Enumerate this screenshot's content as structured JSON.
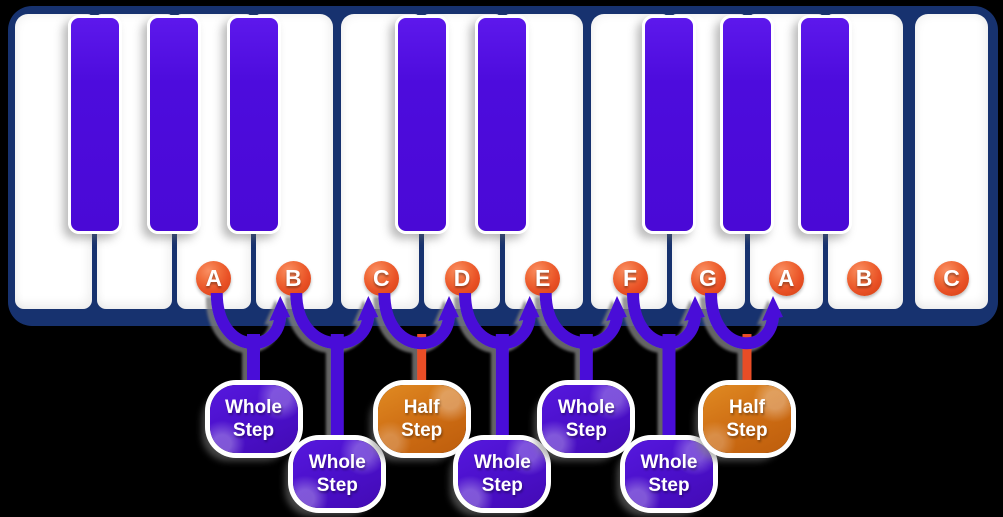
{
  "diagram": {
    "description": "piano keyboard whole-step half-step diagram"
  },
  "keyboard": {
    "sections": [
      {
        "name": "left-octave-partial",
        "keys": [
          "",
          "",
          "A",
          "B"
        ]
      },
      {
        "name": "middle-octave",
        "keys": [
          "C",
          "D",
          "E"
        ]
      },
      {
        "name": "right-octave",
        "keys": [
          "F",
          "G",
          "A",
          "B"
        ]
      },
      {
        "name": "top-c",
        "keys": [
          "C"
        ]
      }
    ],
    "black_key_count": 8
  },
  "steps": [
    {
      "from": "A",
      "to": "B",
      "kind": "whole",
      "line1": "Whole",
      "line2": "Step",
      "row": "upper"
    },
    {
      "from": "B",
      "to": "C",
      "kind": "whole",
      "line1": "Whole",
      "line2": "Step",
      "row": "lower"
    },
    {
      "from": "C",
      "to": "D",
      "kind": "half",
      "line1": "Half",
      "line2": "Step",
      "row": "upper"
    },
    {
      "from": "D",
      "to": "E",
      "kind": "whole",
      "line1": "Whole",
      "line2": "Step",
      "row": "lower"
    },
    {
      "from": "E",
      "to": "F",
      "kind": "whole",
      "line1": "Whole",
      "line2": "Step",
      "row": "upper"
    },
    {
      "from": "F",
      "to": "G",
      "kind": "whole",
      "line1": "Whole",
      "line2": "Step",
      "row": "lower"
    },
    {
      "from": "G",
      "to": "A",
      "kind": "half",
      "line1": "Half",
      "line2": "Step",
      "row": "upper"
    }
  ],
  "colors": {
    "background": "#000000",
    "frame_navy": "#17326f",
    "white_key": "#ffffff",
    "black_key_purple": "#4d0cdd",
    "note_circle_orange": "#e95126",
    "arc_purple": "#4a10d8",
    "half_step_stem_orange": "#e94e28",
    "whole_step_box_purple": "#4a0fc9",
    "half_step_box_orange": "#cd6c13",
    "label_text": "#ffffff"
  }
}
